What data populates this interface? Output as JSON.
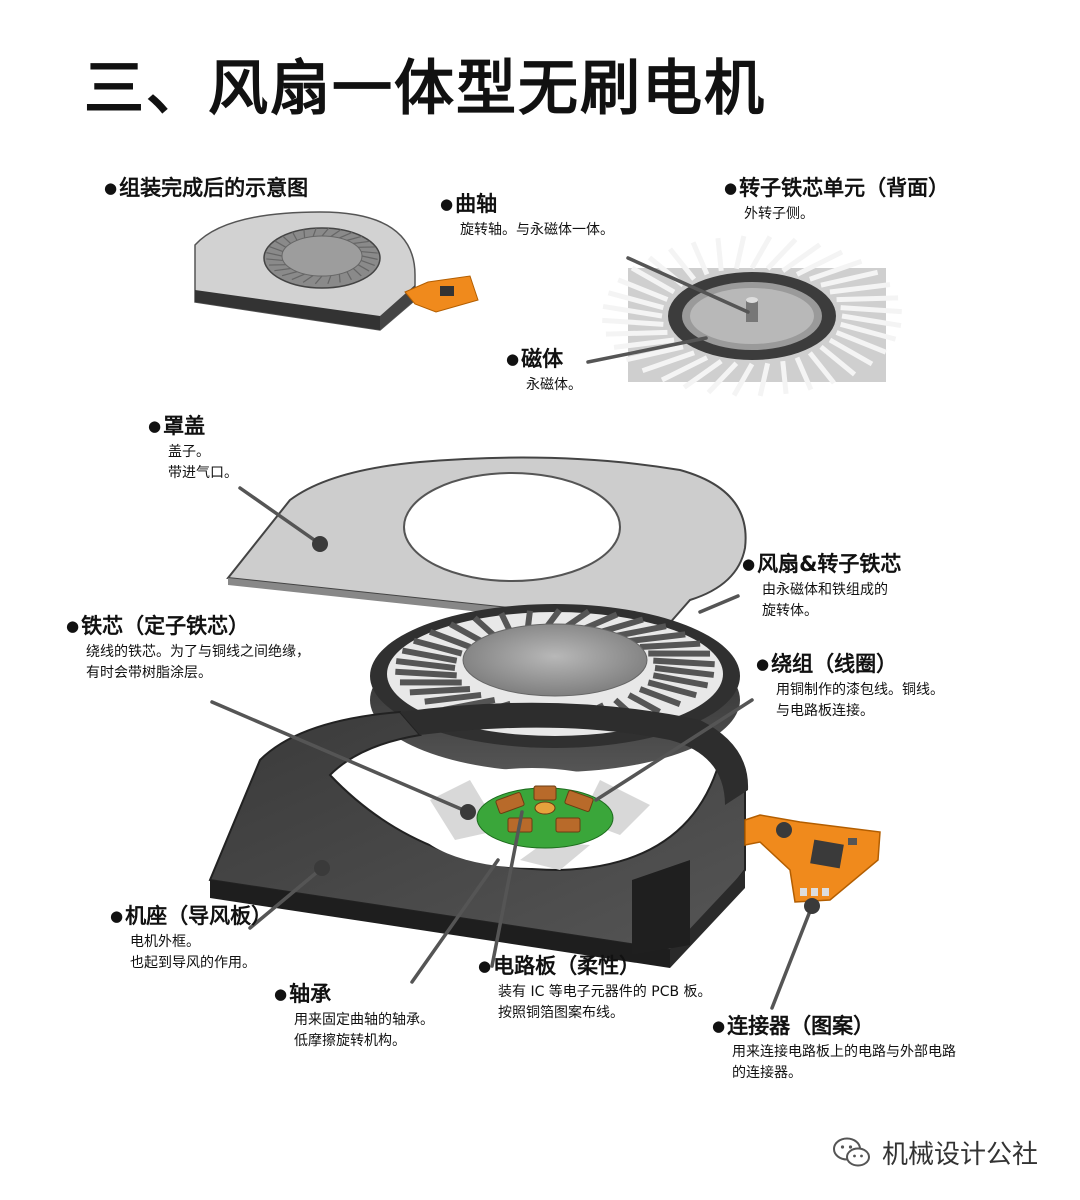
{
  "title": "三、风扇一体型无刷电机",
  "callouts": {
    "assembled": {
      "head": "组装完成后的示意图"
    },
    "crankshaft": {
      "head": "曲轴",
      "lines": [
        "旋转轴。与永磁体一体。"
      ]
    },
    "rotor_core_unit": {
      "head": "转子铁芯单元（背面）",
      "lines": [
        "外转子侧。"
      ]
    },
    "magnet": {
      "head": "磁体",
      "lines": [
        "永磁体。"
      ]
    },
    "cover": {
      "head": "罩盖",
      "lines": [
        "盖子。",
        "带进气口。"
      ]
    },
    "fan_rotor": {
      "head": "风扇&转子铁芯",
      "lines": [
        "由永磁体和铁组成的",
        "旋转体。"
      ]
    },
    "stator_core": {
      "head": "铁芯（定子铁芯）",
      "lines": [
        "绕线的铁芯。为了与铜线之间绝缘，",
        "有时会带树脂涂层。"
      ]
    },
    "winding": {
      "head": "绕组（线圈）",
      "lines": [
        "用铜制作的漆包线。铜线。",
        "与电路板连接。"
      ]
    },
    "base": {
      "head": "机座（导风板）",
      "lines": [
        "电机外框。",
        "也起到导风的作用。"
      ]
    },
    "bearing": {
      "head": "轴承",
      "lines": [
        "用来固定曲轴的轴承。",
        "低摩擦旋转机构。"
      ]
    },
    "pcb": {
      "head": "电路板（柔性）",
      "lines": [
        "装有 IC 等电子元器件的 PCB 板。",
        "按照铜箔图案布线。"
      ]
    },
    "connector": {
      "head": "连接器（图案）",
      "lines": [
        "用来连接电路板上的电路与外部电路",
        "的连接器。"
      ]
    }
  },
  "watermark": {
    "text": "机械设计公社",
    "icon": "wechat-icon"
  },
  "colors": {
    "pcb_orange": "#f08a1c",
    "pcb_green": "#3aa63a",
    "coil_copper": "#b86a2a",
    "cover_gray": "#c8c8c8",
    "base_dark": "#4a4a4a"
  }
}
